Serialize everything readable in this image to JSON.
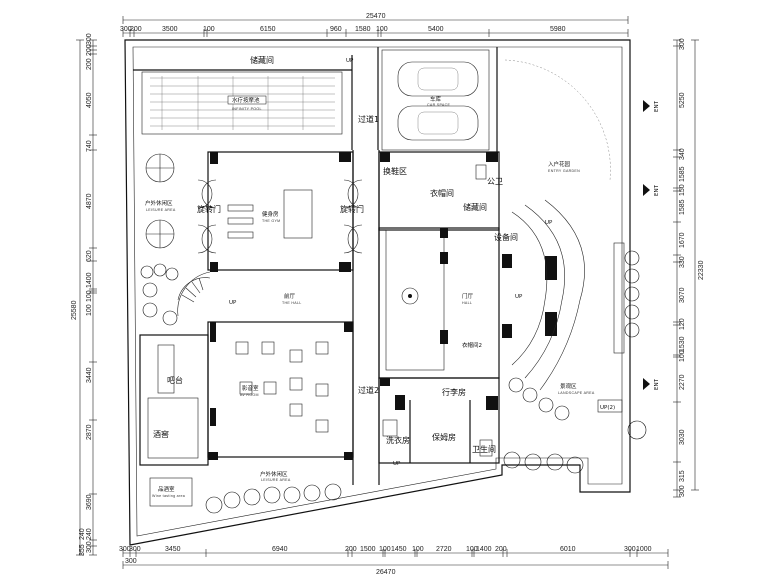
{
  "dimensions": {
    "top_total": "25470",
    "top": [
      "300",
      "200",
      "3500",
      "100",
      "6150",
      "960",
      "1580",
      "100",
      "5400",
      "5980"
    ],
    "bottom_total": "26470",
    "bottom": [
      "300",
      "300",
      "3450",
      "6940",
      "200",
      "1500",
      "100",
      "1450",
      "100",
      "2720",
      "100",
      "1400",
      "200",
      "6010",
      "300",
      "1000"
    ],
    "bottom_extra": "300",
    "left_total": "25580",
    "left": [
      "300",
      "200",
      "200",
      "4050",
      "740",
      "4870",
      "620",
      "1400",
      "100",
      "100",
      "3440",
      "2870",
      "3690",
      "240",
      "300",
      "355",
      "240"
    ],
    "right_total": "22330",
    "right": [
      "300",
      "5250",
      "340",
      "1585",
      "150",
      "1585",
      "1670",
      "330",
      "3070",
      "120",
      "1530",
      "100",
      "2270",
      "3030",
      "315",
      "300"
    ]
  },
  "rooms": {
    "storage_top": "储藏间",
    "up_top": "UP",
    "pool": "水疗按摩池",
    "pool_en": "INFINITY POOL",
    "garage": "车库",
    "garage_en": "CAR SPACE",
    "corridor1": "过道1",
    "corridor2": "过道2",
    "entry_garden": "入户花园",
    "entry_garden_en": "ENTRY GARDEN",
    "ent": "ENT",
    "outdoor_leisure_top": "户外休闲区",
    "outdoor_leisure_top_en": "LEISURE AREA",
    "revolving_door_l": "旋转门",
    "revolving_door_r": "旋转门",
    "gym": "健身房",
    "gym_en": "THE GYM",
    "shoe_change": "换鞋区",
    "closet": "衣帽间",
    "public_wc": "公卫",
    "storage2": "储藏间",
    "equipment": "设备间",
    "hall": "前厅",
    "hall_en": "THE HALL",
    "up_hall": "UP",
    "foyer": "门厅",
    "foyer_en": "HALL",
    "up_foyer": "UP",
    "up_garden": "UP",
    "closet2": "衣帽间2",
    "bar": "吧台",
    "av_room": "影音室",
    "av_room_en": "AV ROOM",
    "luggage": "行李房",
    "landscape": "景观区",
    "landscape_en": "LANDSCAPE AREA",
    "up_step": "UP(2)",
    "wine_cellar": "酒窖",
    "laundry": "洗衣房",
    "nanny": "保姆房",
    "wc": "卫生间",
    "outdoor_leisure_bottom": "户外休闲区",
    "outdoor_leisure_bottom_en": "LEISURE AREA",
    "tasting": "品酒室",
    "tasting_en": "Wine tasting area",
    "up_side": "UP"
  }
}
